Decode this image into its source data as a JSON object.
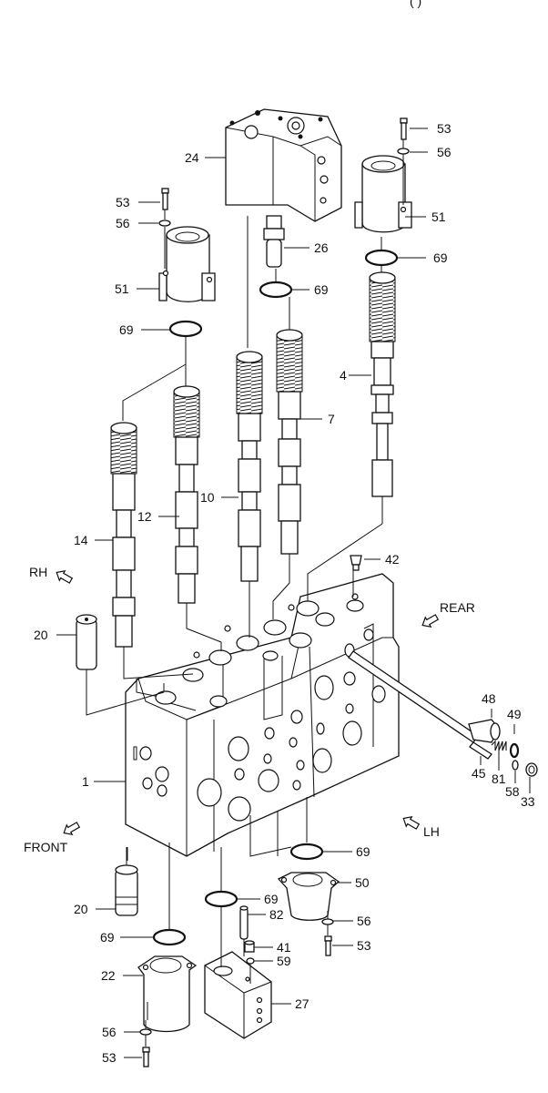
{
  "header_fragment": "(  )",
  "directions": {
    "rh": "RH",
    "rear": "REAR",
    "front": "FRONT",
    "lh": "LH"
  },
  "callouts": {
    "c24": "24",
    "c53a": "53",
    "c56a": "56",
    "c51a": "51",
    "c53b": "53",
    "c56b": "56",
    "c26": "26",
    "c51b": "51",
    "c69a": "69",
    "c69b": "69",
    "c69c": "69",
    "c4": "4",
    "c7": "7",
    "c10": "10",
    "c12": "12",
    "c14": "14",
    "c42": "42",
    "c20a": "20",
    "c48": "48",
    "c49": "49",
    "c1": "1",
    "c45": "45",
    "c81": "81",
    "c58": "58",
    "c33": "33",
    "c69d": "69",
    "c50": "50",
    "c20b": "20",
    "c69e": "69",
    "c82": "82",
    "c56c": "56",
    "c69f": "69",
    "c41": "41",
    "c53c": "53",
    "c59": "59",
    "c22": "22",
    "c27": "27",
    "c56d": "56",
    "c53d": "53"
  }
}
